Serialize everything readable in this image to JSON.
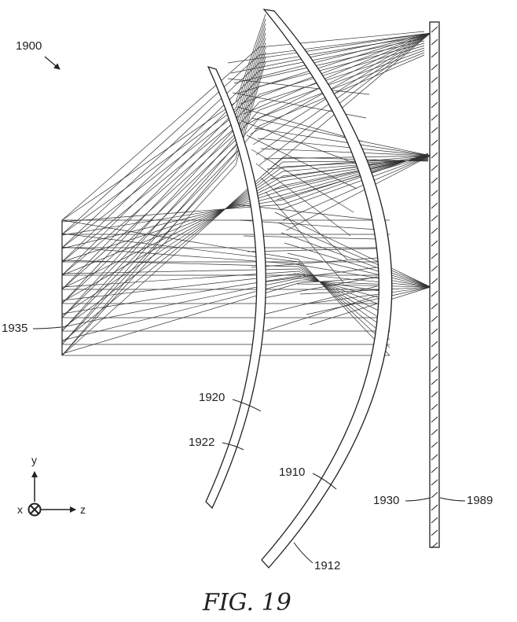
{
  "figure": {
    "number_label": "1900",
    "caption": "FIG. 19",
    "line_color": "#222222",
    "background": "#ffffff"
  },
  "labels": {
    "input_aperture": "1935",
    "outer_lens": "1910",
    "outer_lens_surface": "1912",
    "inner_lens": "1920",
    "inner_lens_surface": "1922",
    "display_panel": "1930",
    "display_surface": "1989"
  },
  "axes": {
    "y": "y",
    "x": "x",
    "z": "z"
  },
  "icons": {
    "axis_origin": "circled-x-icon",
    "callout_arrow": "arrow-icon"
  }
}
